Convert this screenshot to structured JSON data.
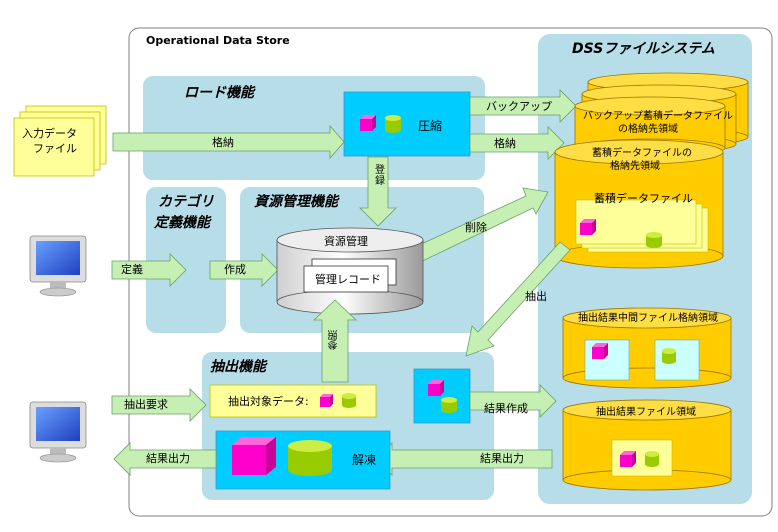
{
  "ods_title": "Operational Data Store",
  "dss": {
    "title": "DSSファイルシステム",
    "backup_area": [
      "バックアップ蓄積データファイル",
      "の格納先領域"
    ],
    "accum_area": [
      "蓄積データファイルの",
      "格納先領域"
    ],
    "accum_file": "蓄積データファイル",
    "extract_mid_area": "抽出結果中間ファイル格納領域",
    "extract_result_area": "抽出結果ファイル領域"
  },
  "load": {
    "title": "ロード機能",
    "compress": "圧縮",
    "backup_arrow": "バックアップ",
    "store_arrow_right": "格納"
  },
  "input": {
    "file_label": [
      "入力データ",
      "ファイル"
    ],
    "store_arrow": "格納"
  },
  "category": {
    "title": [
      "カテゴリ",
      "定義機能"
    ],
    "define_arrow": "定義"
  },
  "resource": {
    "title": "資源管理機能",
    "cylinder_label": "資源管理",
    "record_label": "管理レコード",
    "create_arrow": "作成",
    "register_arrow": "登録",
    "delete_arrow": "削除",
    "ref_arrow": "参照"
  },
  "extract": {
    "title": "抽出機能",
    "request_arrow": "抽出要求",
    "target_label": "抽出対象データ:",
    "decompress": "解凍",
    "extract_arrow": "抽出",
    "result_create_arrow": "結果作成",
    "result_out_right": "結果出力",
    "result_out_left": "結果出力"
  },
  "colors": {
    "panel": "#b7dde8",
    "container": "#cde6f0",
    "arrow": "#c6efb4",
    "cylinder": "#ffcc00",
    "cyan": "#00ccff",
    "magenta": "#ff00cc",
    "green": "#99cc00",
    "note": "#ffff99"
  }
}
